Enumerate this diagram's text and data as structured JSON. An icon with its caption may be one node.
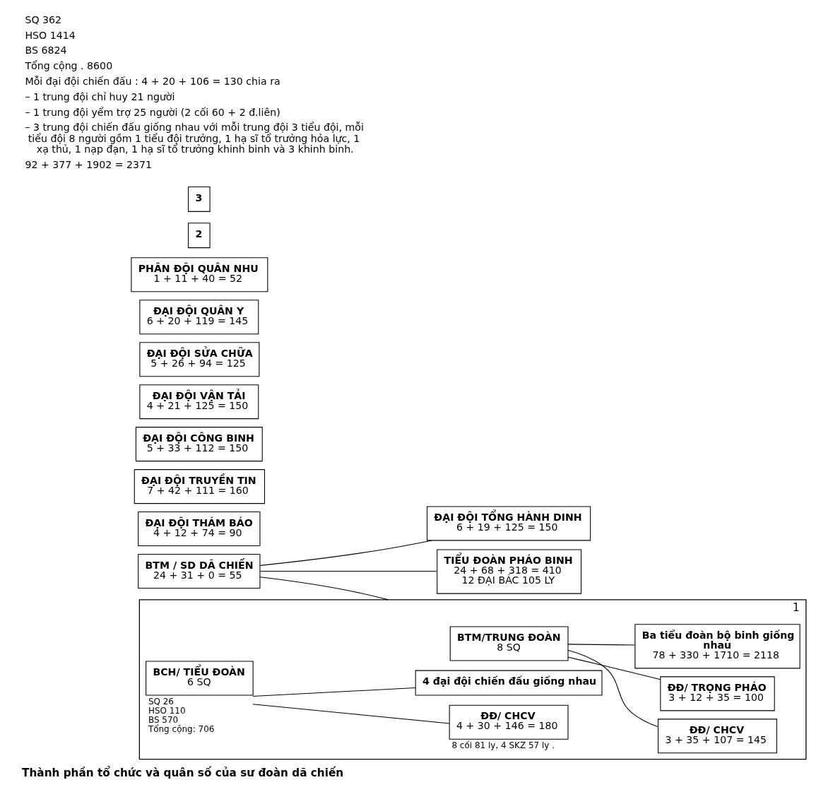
{
  "diagram": {
    "caption": "Thành phần tổ chức và quân số của sư đoàn dã chiến",
    "nodes": [
      {
        "text": [
          "BTM / SD DÃ CHIẾN",
          "24 + 31 + 0 = 55"
        ]
      },
      {
        "text": [
          "ĐẠI ĐỘI TỔNG HÀNH DINH",
          "6 + 19 + 125 = 150"
        ]
      },
      {
        "text": [
          "ĐẠI ĐỘI THÁM BÁO",
          "4 + 12 + 74 = 90"
        ]
      },
      {
        "text": [
          "ĐẠI ĐỘI TRUYỀN TIN",
          "7 + 42 + 111 = 160"
        ]
      },
      {
        "text": [
          "ĐẠI ĐỘI CÔNG BINH",
          "5 + 33 + 112 = 150"
        ]
      },
      {
        "text": [
          "ĐẠI ĐỘI VẬN TẢI",
          "4 + 21 + 125 = 150"
        ]
      },
      {
        "text": [
          "ĐẠI ĐỘI SỬA CHỮA",
          "5 + 26 + 94 = 125"
        ]
      },
      {
        "text": [
          "ĐẠI ĐỘI QUÂN Y",
          "6 + 20 + 119 = 145"
        ]
      },
      {
        "text": [
          "PHÂN ĐỘI QUÂN NHU",
          "1 + 11 + 40 = 52"
        ]
      },
      {
        "text": [
          "TIỂU ĐOÀN PHÁO BINH",
          "24 + 68 + 318 = 410",
          "12 ĐẠI BÁC 105 LY"
        ]
      },
      {
        "text": [
          "1"
        ]
      },
      {
        "text": [
          "BTM/TRUNG ĐOÀN",
          "8 SQ"
        ],
        "in": 10
      },
      {
        "text": [
          "ĐĐ/ CHCV",
          "3 + 35 + 107 = 145"
        ],
        "in": 10
      },
      {
        "text": [
          "ĐĐ/ TRỌNG PHÁO",
          "3 + 12 + 35 = 100"
        ],
        "in": 10
      },
      {
        "text": [
          "Ba tiểu đoàn bộ binh giống nhau",
          "78 + 330 + 1710 = 2118"
        ],
        "in": 10
      },
      {
        "text": [
          "BCH/ TIỂU ĐOÀN",
          "6 SQ"
        ],
        "in": 10,
        "beside": [
          "SQ 26",
          "HSO 110",
          "BS 570",
          "Tổng cộng: 706"
        ]
      },
      {
        "text": [
          "ĐĐ/ CHCV",
          "4 + 30 + 146 = 180"
        ],
        "in": 10,
        "beside": [
          "8 cối 81 ly, 4 SKZ 57 ly ."
        ]
      },
      {
        "text": [
          "4 đại đội chiến đấu giống nhau"
        ],
        "in": 10
      },
      {
        "text": [
          "2"
        ]
      },
      {
        "text": [
          "3"
        ]
      }
    ],
    "edges": [
      {
        "from": 0,
        "to": 1,
        "arrow": "none"
      },
      {
        "from": 0,
        "to": 10,
        "arrow": "none"
      },
      {
        "from": 0,
        "to": 9,
        "arrow": "none"
      },
      {
        "from": 11,
        "to": 12,
        "arrow": "none"
      },
      {
        "from": 11,
        "to": 13,
        "arrow": "none"
      },
      {
        "from": 11,
        "to": 14,
        "arrow": "none"
      },
      {
        "from": 15,
        "to": 16,
        "arrow": "none"
      },
      {
        "from": 15,
        "to": 17,
        "arrow": "none"
      }
    ],
    "labels": [
      "SQ 362",
      "HSO 1414",
      "BS 6824",
      "Tổng cộng . 8600",
      "Mỗi đại đội chiến đấu : 4 + 20 + 106 = 130 chia ra",
      "– 1 trung đội chỉ huy 21 người",
      "– 1 trung đội yểm trợ 25 người (2 cối 60 + 2 đ.liên)",
      "– 3 trung đội chiến đấu giống nhau với mỗi trung đội 3 tiểu đội, mỗi tiểu đội 8 người gồm 1 tiểu đội trưởng, 1 hạ sĩ tổ trưởng hỏa lực, 1 xạ thủ, 1 nạp đạn, 1 hạ sĩ tổ trưởng khinh binh và 3 khinh binh.",
      "92 + 377 + 1902 = 2371"
    ]
  }
}
